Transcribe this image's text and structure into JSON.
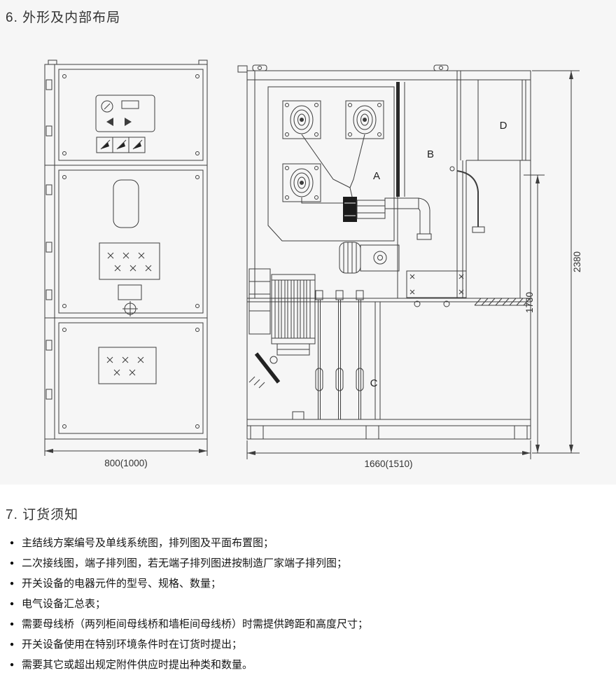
{
  "page": {
    "panel_background": "#f6f6f6",
    "line_color": "#3d3d3d"
  },
  "section_layout": {
    "title": "6. 外形及内部布局",
    "front_view": {
      "description": "cabinet front elevation drawing",
      "width_dimension": "800(1000)"
    },
    "side_view": {
      "description": "cabinet side section drawing",
      "compartment_labels": {
        "a": "A",
        "b": "B",
        "c": "C",
        "d": "D"
      },
      "height_dimension": "2380",
      "inner_height_dimension": "1730",
      "depth_dimension": "1660(1510)"
    }
  },
  "section_ordering": {
    "title": "7. 订货须知",
    "bullet": "●",
    "items": [
      "主结线方案编号及单线系统图，排列图及平面布置图；",
      "二次接线图，端子排列图，若无端子排列图进按制造厂家端子排列图；",
      "开关设备的电器元件的型号、规格、数量；",
      "电气设备汇总表；",
      "需要母线桥（两列柜间母线桥和墙柜间母线桥）时需提供跨距和高度尺寸；",
      "开关设备使用在特别环境条件时在订货时提出；",
      "需要其它或超出规定附件供应时提出种类和数量。"
    ]
  }
}
